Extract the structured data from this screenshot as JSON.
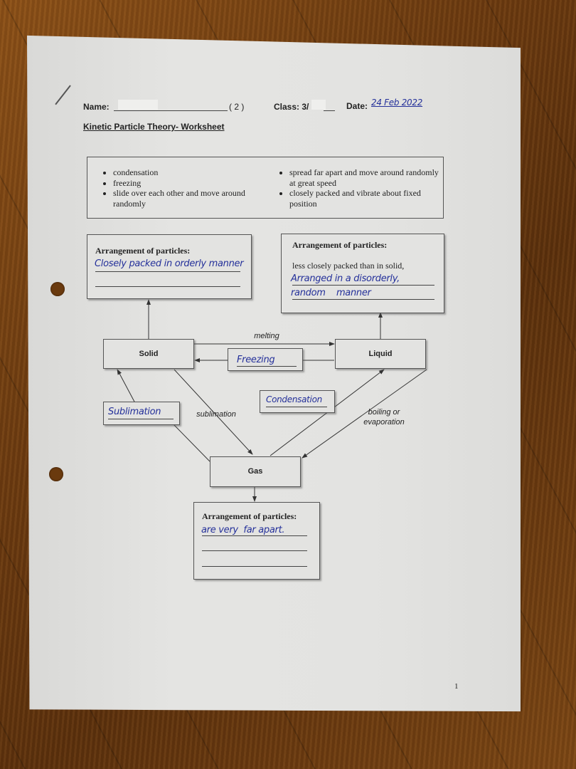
{
  "header": {
    "name_label": "Name:",
    "register_number": "( 2 )",
    "class_label": "Class: 3/",
    "date_label": "Date:",
    "date_value": "24 Feb 2022",
    "title": "Kinetic Particle Theory- Worksheet"
  },
  "word_bank": {
    "left": [
      "condensation",
      "freezing",
      "slide over each other and move around randomly"
    ],
    "right": [
      "spread far apart and move around randomly at great speed",
      "closely packed and vibrate about fixed position"
    ]
  },
  "solid_box": {
    "title": "Arrangement of particles:",
    "answer": "Closely packed in orderly manner"
  },
  "liquid_box": {
    "title": "Arrangement of particles:",
    "printed": "less closely packed than in solid,",
    "answer_line1": "Arranged in a disorderly,",
    "answer_line2": "random    manner"
  },
  "gas_box": {
    "title": "Arrangement of particles:",
    "answer": "are very  far apart."
  },
  "states": {
    "solid": "Solid",
    "liquid": "Liquid",
    "gas": "Gas"
  },
  "processes": {
    "melting": "melting",
    "freezing_answer": "Freezing",
    "sublimation_answer": "Sublimation",
    "sublimation": "sublimation",
    "condensation_answer": "Condensation",
    "boiling_line1": "boiling or",
    "boiling_line2": "evaporation"
  },
  "page_number": "1"
}
